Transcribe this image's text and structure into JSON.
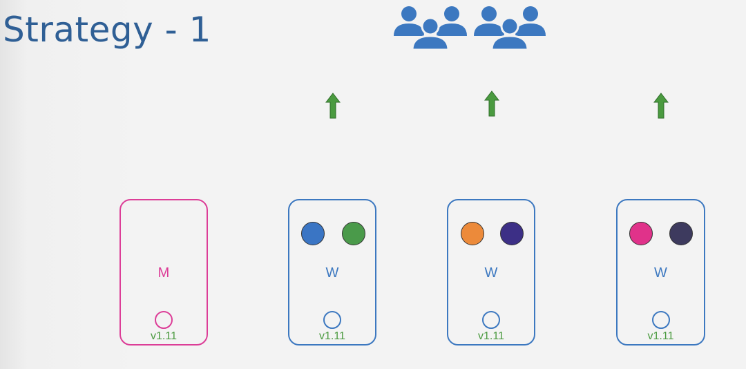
{
  "title": "Strategy - 1",
  "colors": {
    "title": "#2f5f95",
    "worker_border": "#3c78c0",
    "master_border": "#dc3d97",
    "version": "#4a9a3f",
    "arrow": "#4a9a3f",
    "users": "#3c78c0"
  },
  "users_icon": "users-group-icon",
  "nodes": [
    {
      "type": "master",
      "label": "M",
      "version": "v1.11",
      "pods": []
    },
    {
      "type": "worker",
      "label": "W",
      "version": "v1.11",
      "pods": [
        "#3a75c4",
        "#4a9a4a"
      ]
    },
    {
      "type": "worker",
      "label": "W",
      "version": "v1.11",
      "pods": [
        "#ec8a3a",
        "#3c2f86"
      ]
    },
    {
      "type": "worker",
      "label": "W",
      "version": "v1.11",
      "pods": [
        "#e0328a",
        "#3d3a5e"
      ]
    }
  ]
}
